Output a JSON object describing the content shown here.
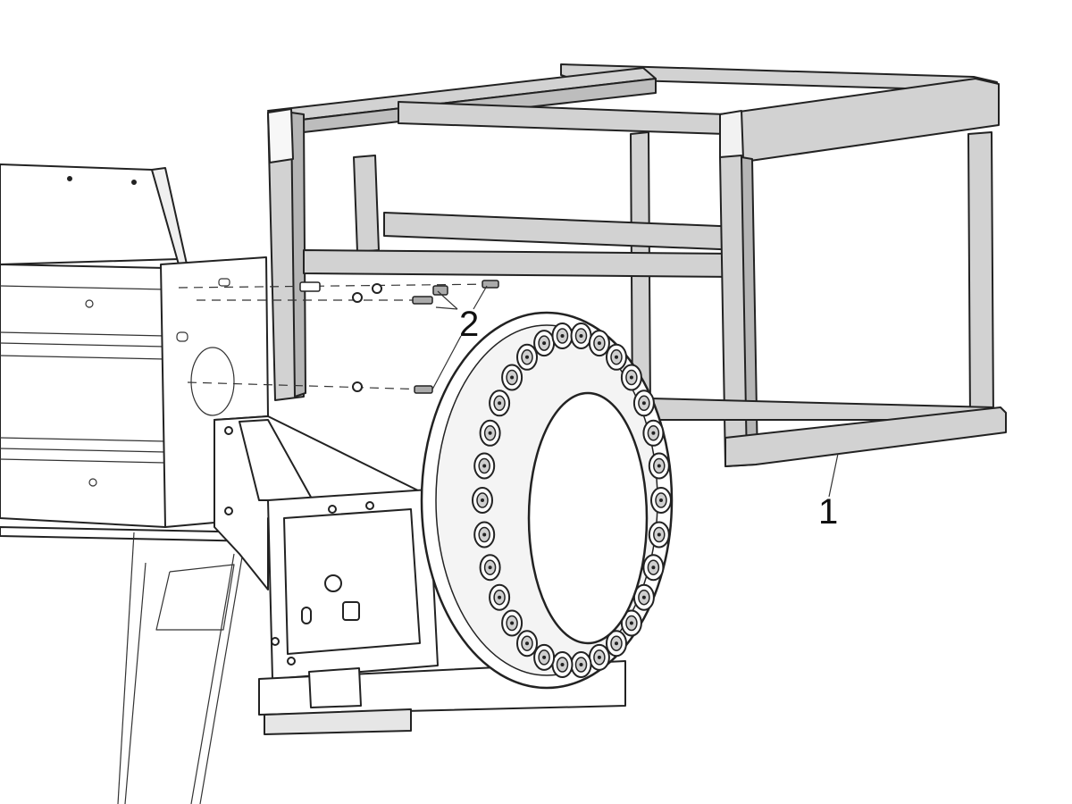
{
  "callouts": [
    {
      "id": "1",
      "label": "1"
    },
    {
      "id": "2",
      "label": "2"
    }
  ],
  "colors": {
    "frame_fill": "#d2d2d2",
    "frame_dark": "#b4b4b4",
    "line": "#222222",
    "background": "#ffffff"
  },
  "tool_pockets": 30
}
